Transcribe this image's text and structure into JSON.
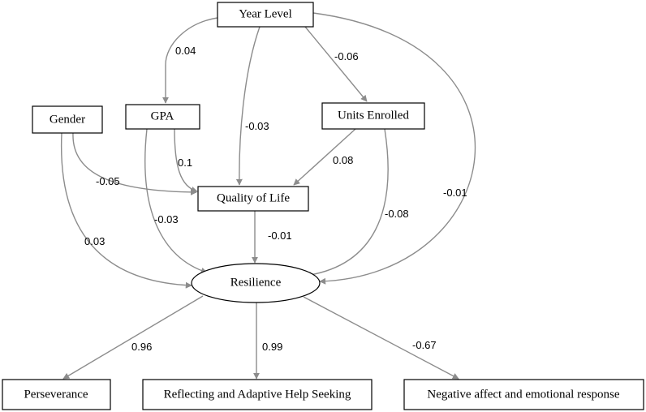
{
  "colors": {
    "edge": "#8c8c8c",
    "node_border": "#000000",
    "text": "#000000",
    "background": "#ffffff"
  },
  "nodes": {
    "year_level": "Year Level",
    "gender": "Gender",
    "gpa": "GPA",
    "units_enrolled": "Units Enrolled",
    "quality_of_life": "Quality of Life",
    "resilience": "Resilience",
    "perseverance": "Perseverance",
    "reflecting": "Reflecting and Adaptive Help Seeking",
    "negative_affect": "Negative affect and emotional response"
  },
  "paths": {
    "year_to_gpa": "0.04",
    "year_to_units": "-0.06",
    "year_to_qol": "-0.03",
    "year_to_resilience": "-0.01",
    "gender_to_qol": "-0.05",
    "gender_to_resilience": "0.03",
    "gpa_to_qol": "0.1",
    "gpa_to_resilience": "-0.03",
    "units_to_qol": "0.08",
    "units_to_resilience": "-0.08",
    "qol_to_resilience": "-0.01",
    "resilience_to_perseverance": "0.96",
    "resilience_to_reflecting": "0.99",
    "resilience_to_negative_affect": "-0.67"
  }
}
